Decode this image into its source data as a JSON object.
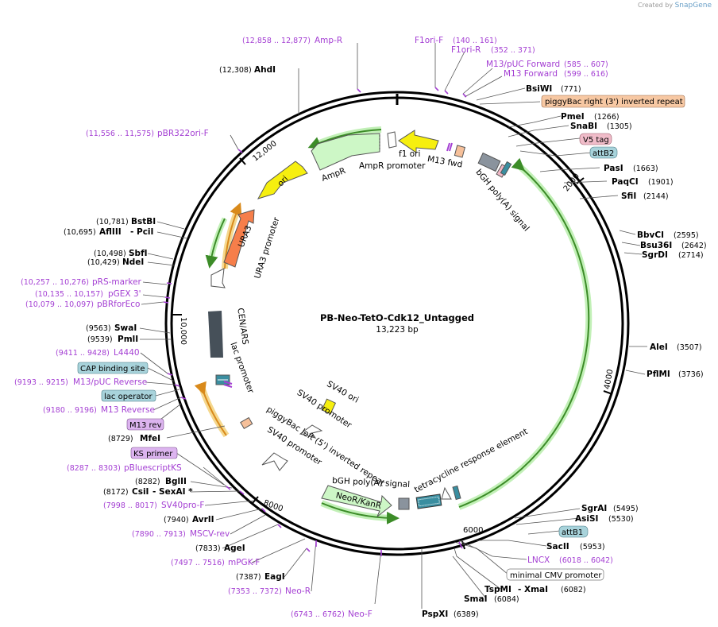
{
  "credit": {
    "prefix": "Created by",
    "brand": "SnapGene"
  },
  "plasmid": {
    "name": "PB-Neo-TetO-Cdk12_Untagged",
    "length": "13,223 bp"
  },
  "ticks": [
    "2000",
    "4000",
    "6000",
    "8000",
    "10,000",
    "12,000"
  ],
  "features_circle": {
    "f1_ori": "f1 ori",
    "ampr_promoter": "AmpR promoter",
    "ampr": "AmpR",
    "ori": "ori",
    "m13_fwd": "M13 fwd",
    "bgh1": "bGH poly(A) signal",
    "ura3": "URA3",
    "ura3_promoter": "URA3 promoter",
    "cen_ars": "CEN/ARS",
    "lac_promoter": "lac promoter",
    "sv40_ori": "SV40 ori",
    "sv40_promoter1": "SV40 promoter",
    "pb_left": "piggyBac left (5') inverted repeat",
    "sv40_promoter2": "SV40 promoter",
    "bgh2": "bGH poly(A) signal",
    "neor": "NeoR/KanR",
    "tre": "tetracycline response element"
  },
  "sites_right": [
    {
      "name": "BsiWI",
      "pos": "(771)"
    },
    {
      "name": "PmeI",
      "pos": "(1266)"
    },
    {
      "name": "SnaBI",
      "pos": "(1305)"
    },
    {
      "name": "PasI",
      "pos": "(1663)"
    },
    {
      "name": "PaqCI",
      "pos": "(1901)"
    },
    {
      "name": "SfiI",
      "pos": "(2144)"
    },
    {
      "name": "BbvCI",
      "pos": "(2595)"
    },
    {
      "name": "Bsu36I",
      "pos": "(2642)"
    },
    {
      "name": "SgrDI",
      "pos": "(2714)"
    },
    {
      "name": "AleI",
      "pos": "(3507)"
    },
    {
      "name": "PflMI",
      "pos": "(3736)"
    },
    {
      "name": "SgrAI",
      "pos": "(5495)"
    },
    {
      "name": "AsiSI",
      "pos": "(5530)"
    },
    {
      "name": "SacII",
      "pos": "(5953)"
    }
  ],
  "boxed_right": {
    "pb_right": "piggyBac right (3') inverted repeat",
    "v5": "V5 tag",
    "attb2": "attB2",
    "attb1": "attB1",
    "cmv": "minimal CMV promoter"
  },
  "bottom": {
    "lncx": "LNCX",
    "lncx_range": "(6018 .. 6042)",
    "tspmi": "TspMI",
    "xmai": "- XmaI",
    "xmai_pos": "(6082)",
    "smai": "SmaI",
    "smai_pos": "(6084)",
    "pspxi": "PspXI",
    "pspxi_pos": "(6389)",
    "neof_range": "(6743 .. 6762)",
    "neof": "Neo-F"
  },
  "top": {
    "ampr_range": "(12,858 .. 12,877)",
    "ampr": "Amp-R",
    "f1orif": "F1ori-F",
    "f1orif_range": "(140 .. 161)",
    "f1orir": "F1ori-R",
    "f1orir_range": "(352 .. 371)",
    "m13puc": "M13/pUC Forward",
    "m13puc_range": "(585 .. 607)",
    "m13f": "M13 Forward",
    "m13f_range": "(599 .. 616)",
    "ahdi_pos": "(12,308)",
    "ahdi": "AhdI"
  },
  "left": {
    "pbr322_range": "(11,556 .. 11,575)",
    "pbr322": "pBR322ori-F",
    "bstbi_pos": "(10,781)",
    "bstbi": "BstBI",
    "afliii_pos": "(10,695)",
    "afliii": "AflIII",
    "pcii": "- PciI",
    "sbfi_pos": "(10,498)",
    "sbfi": "SbfI",
    "ndei_pos": "(10,429)",
    "ndei": "NdeI",
    "prs_range": "(10,257 .. 10,276)",
    "prs": "pRS-marker",
    "pgex_range": "(10,135 .. 10,157)",
    "pgex": "pGEX 3'",
    "pbrfor_range": "(10,079 .. 10,097)",
    "pbrfor": "pBRforEco",
    "swai_pos": "(9563)",
    "swai": "SwaI",
    "pmli_pos": "(9539)",
    "pmli": "PmlI",
    "l4440_range": "(9411 .. 9428)",
    "l4440": "L4440",
    "cap": "CAP binding site",
    "m13puc_rev_range": "(9193 .. 9215)",
    "m13puc_rev": "M13/pUC Reverse",
    "lac_op": "lac operator",
    "m13rev_range": "(9180 .. 9196)",
    "m13rev_primer": "M13 Reverse",
    "m13rev_box": "M13 rev",
    "mfei_pos": "(8729)",
    "mfei": "MfeI",
    "ks": "KS primer",
    "pbks_range": "(8287 .. 8303)",
    "pbks": "pBluescriptKS",
    "bglii_pos": "(8282)",
    "bglii": "BglII",
    "csii_pos": "(8172)",
    "csii": "CsiI",
    "sexai": "- SexAI *",
    "sv40pro_range": "(7998 .. 8017)",
    "sv40pro": "SV40pro-F",
    "avrii_pos": "(7940)",
    "avrii": "AvrII",
    "msc_range": "(7890 .. 7913)",
    "msc": "MSCV-rev",
    "agei_pos": "(7833)",
    "agei": "AgeI",
    "mpgk_range": "(7497 .. 7516)",
    "mpgk": "mPGK-F",
    "eagi_pos": "(7387)",
    "eagi": "EagI",
    "neor_range": "(7353 .. 7372)",
    "neor": "Neo-R"
  },
  "colors": {
    "primer": "#a43fd3",
    "pb_box": "#f7c8a3",
    "v5_box": "#f0bcc9",
    "att_box": "#a8d3db",
    "m13rev_box": "#dcb4ef",
    "green_arrow": "#3c8c28",
    "ampr_fill": "#cdf7c6",
    "ori_fill": "#f6ef0f",
    "ura3_fill": "#f67e4a",
    "cen_fill": "#465059",
    "orange_arrow": "#e39b2e"
  }
}
